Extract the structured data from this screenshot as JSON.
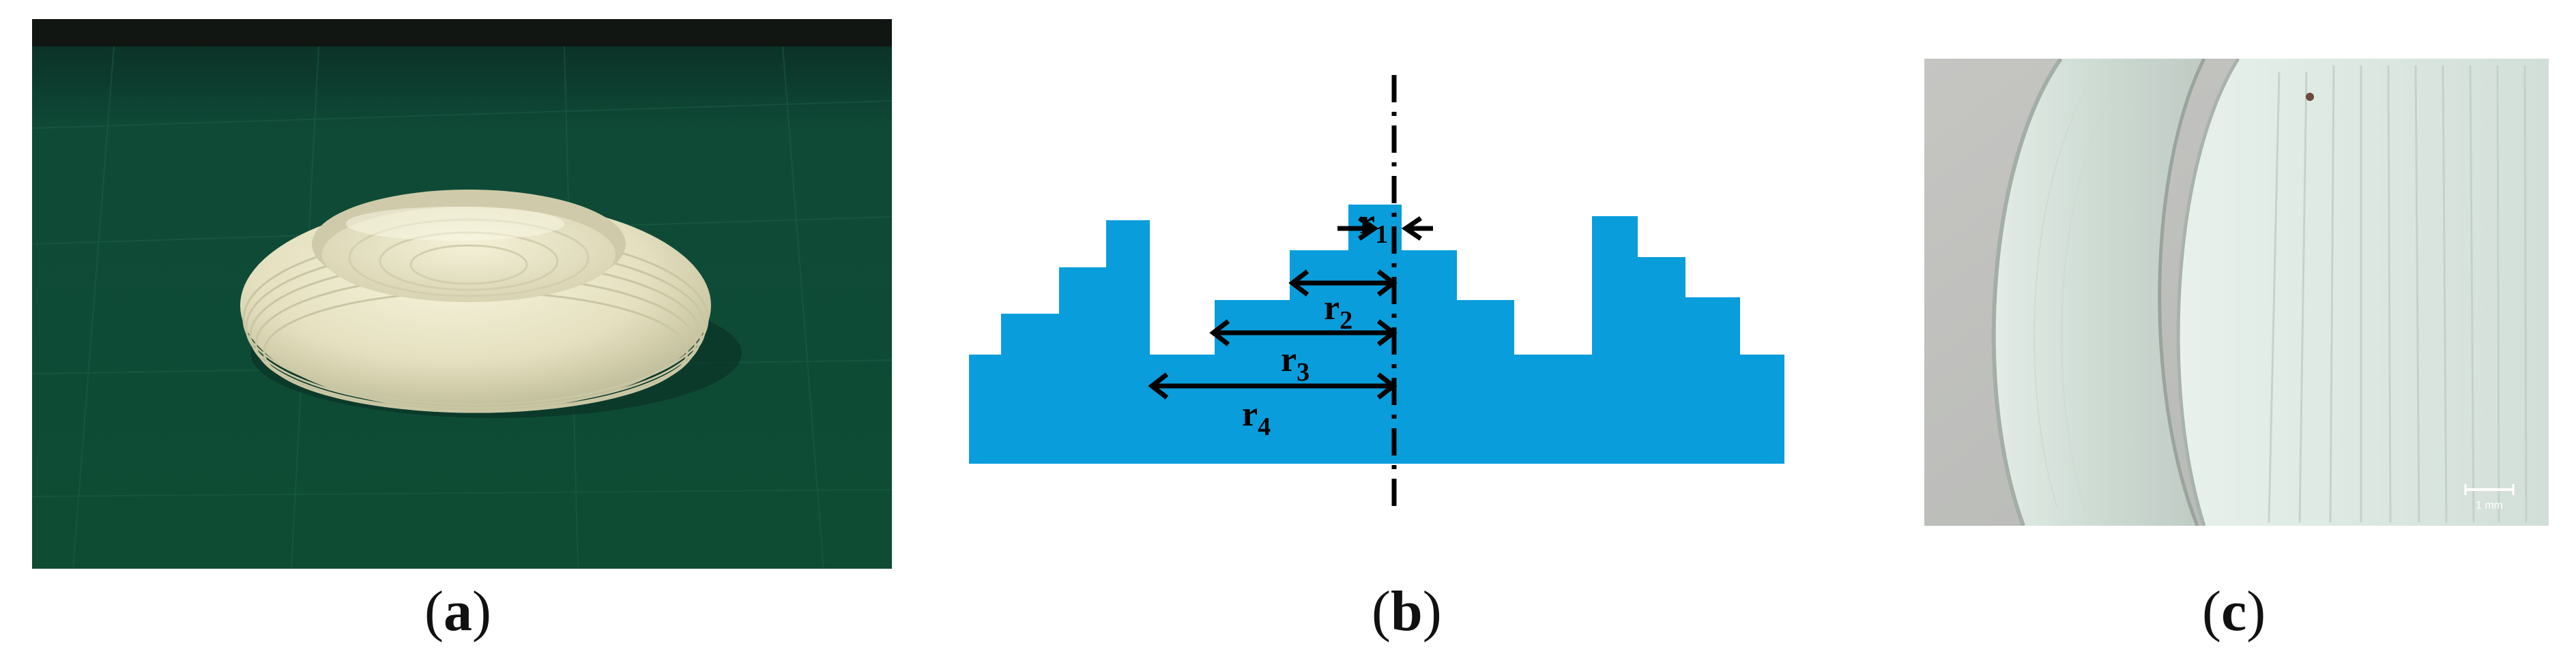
{
  "captions": [
    {
      "open": "(",
      "letter": "a",
      "close": ")"
    },
    {
      "open": "(",
      "letter": "b",
      "close": ")"
    },
    {
      "open": "(",
      "letter": "c",
      "close": ")"
    }
  ],
  "diagram": {
    "radius_labels": [
      {
        "base": "r",
        "sub": "1"
      },
      {
        "base": "r",
        "sub": "2"
      },
      {
        "base": "r",
        "sub": "3"
      },
      {
        "base": "r",
        "sub": "4"
      }
    ],
    "fill_color": "#0a9ddb",
    "line_color": "#000000"
  },
  "micrograph": {
    "scale_bar_label": "1 mm"
  },
  "photo": {
    "background_color": "#0f4a35",
    "object_color": "#e9e6c6"
  }
}
